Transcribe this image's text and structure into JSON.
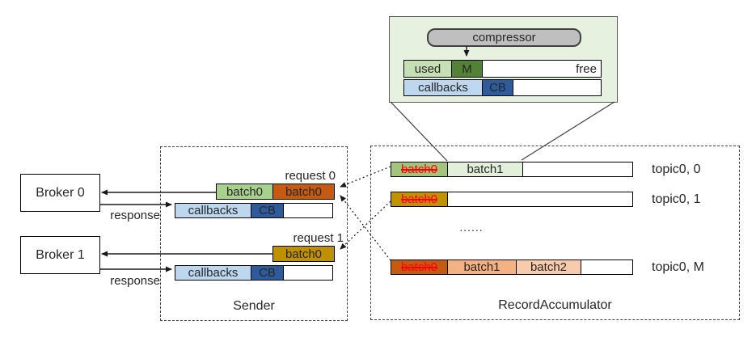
{
  "inset": {
    "compressor": "compressor",
    "buffer": {
      "used": "used",
      "m": "M",
      "free": "free"
    },
    "callbacks": {
      "label": "callbacks",
      "cb": "CB"
    }
  },
  "brokers": [
    {
      "label": "Broker 0"
    },
    {
      "label": "Broker 1"
    }
  ],
  "sender": {
    "title": "Sender",
    "request0": {
      "label": "request 0",
      "batch_a": "batch0",
      "batch_b": "batch0"
    },
    "request1": {
      "label": "request 1",
      "batch": "batch0"
    },
    "callbacks_row0": {
      "label": "callbacks",
      "cb": "CB"
    },
    "callbacks_row1": {
      "label": "callbacks",
      "cb": "CB"
    },
    "response0": "response",
    "response1": "response"
  },
  "accumulator": {
    "title": "RecordAccumulator",
    "ellipsis": "......",
    "rows": [
      {
        "label": "topic0, 0",
        "cells": [
          {
            "text": "batch0",
            "struck": true,
            "color": "#a2c47d"
          },
          {
            "text": "batch1",
            "struck": false,
            "color": "#e2efda"
          }
        ]
      },
      {
        "label": "topic0, 1",
        "cells": [
          {
            "text": "batch0",
            "struck": true,
            "color": "#c09200"
          }
        ]
      },
      {
        "label": "topic0, M",
        "cells": [
          {
            "text": "batch0",
            "struck": true,
            "color": "#c55a11"
          },
          {
            "text": "batch1",
            "struck": false,
            "color": "#f4b183"
          },
          {
            "text": "batch2",
            "struck": false,
            "color": "#f8cbad"
          }
        ]
      }
    ]
  },
  "colors": {
    "inset_bg": "#e7f1df",
    "compressor_gray": "#bfbfbf",
    "used_green": "#c6e0b4",
    "m_green": "#548235",
    "callbacks_blue": "#bdd7ee",
    "cb_blue": "#2e5b9c",
    "request_batch_green": "#a9d18e",
    "request_batch_orange": "#c55a11",
    "request_batch_gold": "#bf9000",
    "strike_red": "#ff0000"
  }
}
